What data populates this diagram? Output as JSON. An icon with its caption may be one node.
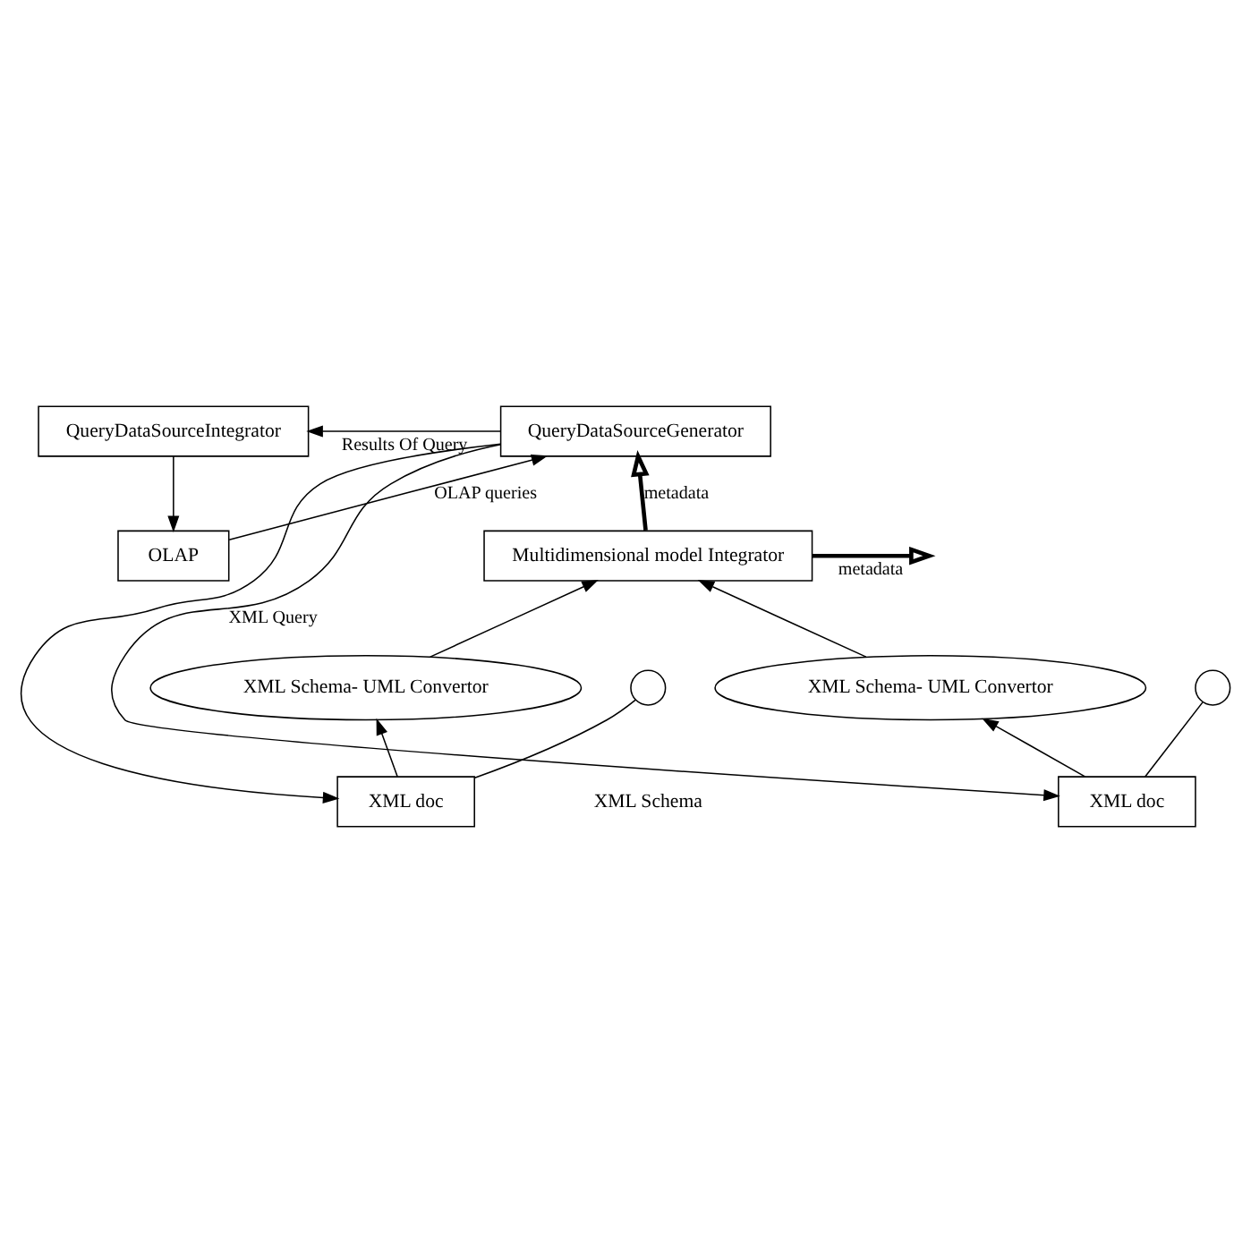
{
  "diagram": {
    "nodes": [
      {
        "text": [
          "OLAP"
        ]
      },
      {
        "text": [
          "QueryDataSourceIntegrator"
        ]
      },
      {
        "text": [
          "QueryDataSourceGenerator"
        ]
      },
      {
        "text": [
          "Multidimensional model Integrator"
        ]
      },
      {
        "text": [
          "XML Schema- UML Convertor"
        ]
      },
      {
        "text": [
          "XML Schema- UML Convertor"
        ]
      },
      {
        "text": [
          "XML doc"
        ]
      },
      {
        "text": [
          "XML doc"
        ]
      },
      {
        "text": [],
        "shape": "circle"
      },
      {
        "text": [],
        "shape": "circle"
      }
    ],
    "edges": [
      {
        "from": 1,
        "to": 0,
        "arrow": "to"
      },
      {
        "from": 0,
        "to": 2,
        "arrow": "to",
        "label": "OLAP queries"
      },
      {
        "from": 3,
        "to": 2,
        "arrow": "to",
        "label": "metadata",
        "style": "thick"
      },
      {
        "from": 3,
        "to": null,
        "arrow": "to",
        "label": "metadata",
        "style": "thick"
      },
      {
        "from": 4,
        "to": 3,
        "arrow": "to"
      },
      {
        "from": 5,
        "to": 3,
        "arrow": "to"
      },
      {
        "from": 6,
        "to": 4,
        "arrow": "to"
      },
      {
        "from": 7,
        "to": 5,
        "arrow": "to"
      },
      {
        "from": 2,
        "to": 6,
        "arrow": "to"
      },
      {
        "from": 2,
        "to": 7,
        "arrow": "to",
        "label": "XML Query"
      },
      {
        "from": 2,
        "to": 1,
        "arrow": "to",
        "label": "Results Of Query"
      },
      {
        "from": 6,
        "to": 8,
        "arrow": "none"
      },
      {
        "from": 7,
        "to": 9,
        "arrow": "none"
      }
    ],
    "labels": [
      "XML Schema"
    ]
  }
}
